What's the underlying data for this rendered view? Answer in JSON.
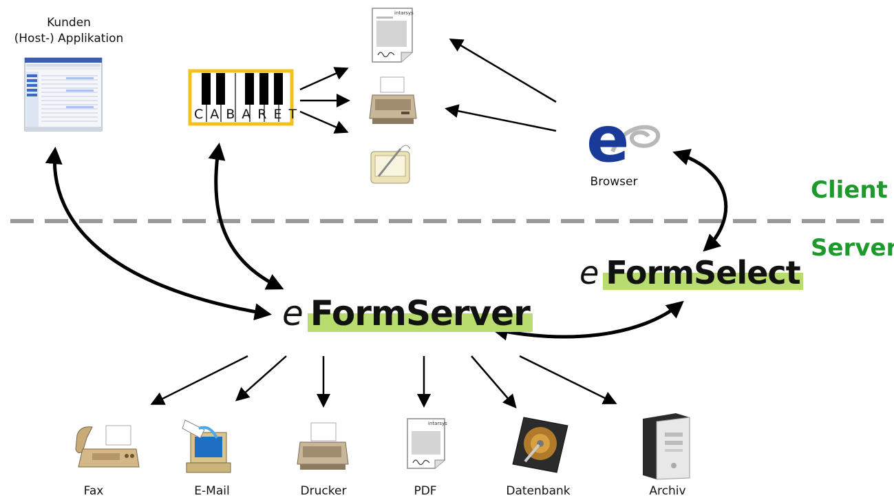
{
  "zones": {
    "client": "Client",
    "server": "Server"
  },
  "host_app": {
    "label_line1": "Kunden",
    "label_line2": "(Host-) Applikation"
  },
  "cabaret": {
    "letters": "CABARET"
  },
  "browser": {
    "label": "Browser"
  },
  "eformserver": {
    "prefix": "e",
    "name": "FormServer"
  },
  "eformselect": {
    "prefix": "e",
    "name": "FormSelect"
  },
  "intarsys_mark": "intarsys",
  "outputs": [
    {
      "label": "Fax",
      "icon": "fax-icon"
    },
    {
      "label": "E-Mail",
      "icon": "email-computer-icon"
    },
    {
      "label": "Drucker",
      "icon": "printer-icon"
    },
    {
      "label": "PDF",
      "icon": "pdf-document-icon"
    },
    {
      "label": "Datenbank",
      "icon": "hard-disk-icon"
    },
    {
      "label": "Archiv",
      "icon": "server-tower-icon"
    }
  ],
  "colors": {
    "accent_green": "#1e9a2c",
    "highlight": "#b9dc6e",
    "cabaret_frame": "#f2c21a",
    "browser_blue": "#1a3a9a"
  }
}
